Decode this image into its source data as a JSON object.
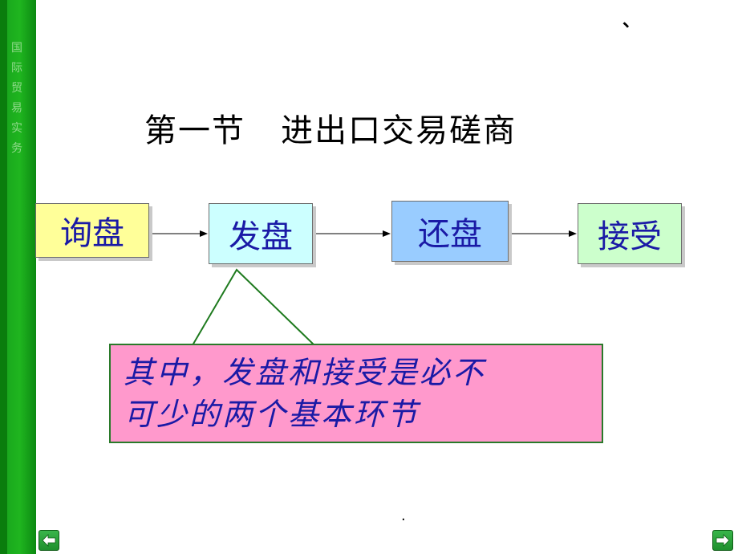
{
  "sidebar": {
    "title_chars": [
      "国",
      "际",
      "贸",
      "易",
      "实",
      "务"
    ]
  },
  "slide": {
    "corner_mark": "、",
    "heading": "第一节   进出口交易磋商",
    "flow": [
      {
        "label": "询盘",
        "color": "#ffff99"
      },
      {
        "label": "发盘",
        "color": "#ccffff"
      },
      {
        "label": "还盘",
        "color": "#99ccff"
      },
      {
        "label": "接受",
        "color": "#ccffcc"
      }
    ],
    "note": {
      "line1": "其中，发盘和接受是必不",
      "line2": "可少的两个基本环节",
      "color": "#ff99cc"
    },
    "footer_dot": "."
  },
  "nav": {
    "prev_icon": "arrow-left-icon",
    "next_icon": "arrow-right-icon"
  }
}
